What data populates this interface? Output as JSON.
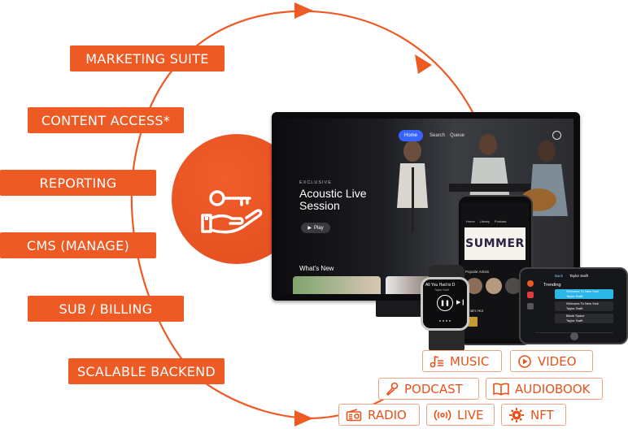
{
  "services": [
    "MARKETING SUITE",
    "CONTENT ACCESS*",
    "REPORTING",
    "CMS (MANAGE)",
    "SUB / BILLING",
    "SCALABLE BACKEND"
  ],
  "content_types": {
    "music": "MUSIC",
    "video": "VIDEO",
    "podcast": "PODCAST",
    "audiobook": "AUDIOBOOK",
    "radio": "RADIO",
    "live": "LIVE",
    "nft": "NFT"
  },
  "tv": {
    "nav_home": "Home",
    "nav_search": "Search",
    "nav_queue": "Queue",
    "eyebrow": "EXCLUSIVE",
    "title": "Acoustic Live Session",
    "play": "Play",
    "section": "What's New"
  },
  "phone": {
    "tab1": "Home",
    "tab2": "Library",
    "tab3": "Podcast",
    "banner": "SUMMER",
    "section1": "Popular Artists",
    "section2": "What's Hot"
  },
  "watch": {
    "track": "All You Had to D",
    "artist": "Taylor Swift"
  },
  "car": {
    "back": "Back",
    "artist": "Taylor Swift",
    "section": "Trending",
    "tracks": [
      {
        "title": "Welcome To New York",
        "artist": "Taylor Swift"
      },
      {
        "title": "Welcome To New York",
        "artist": "Taylor Swift"
      },
      {
        "title": "Blank Space",
        "artist": "Taylor Swift"
      }
    ]
  },
  "colors": {
    "accent": "#ee5a24",
    "tag_border": "#f0a27e",
    "tag_text": "#e8521a"
  },
  "icons": {
    "center": "key-in-hand-icon"
  }
}
